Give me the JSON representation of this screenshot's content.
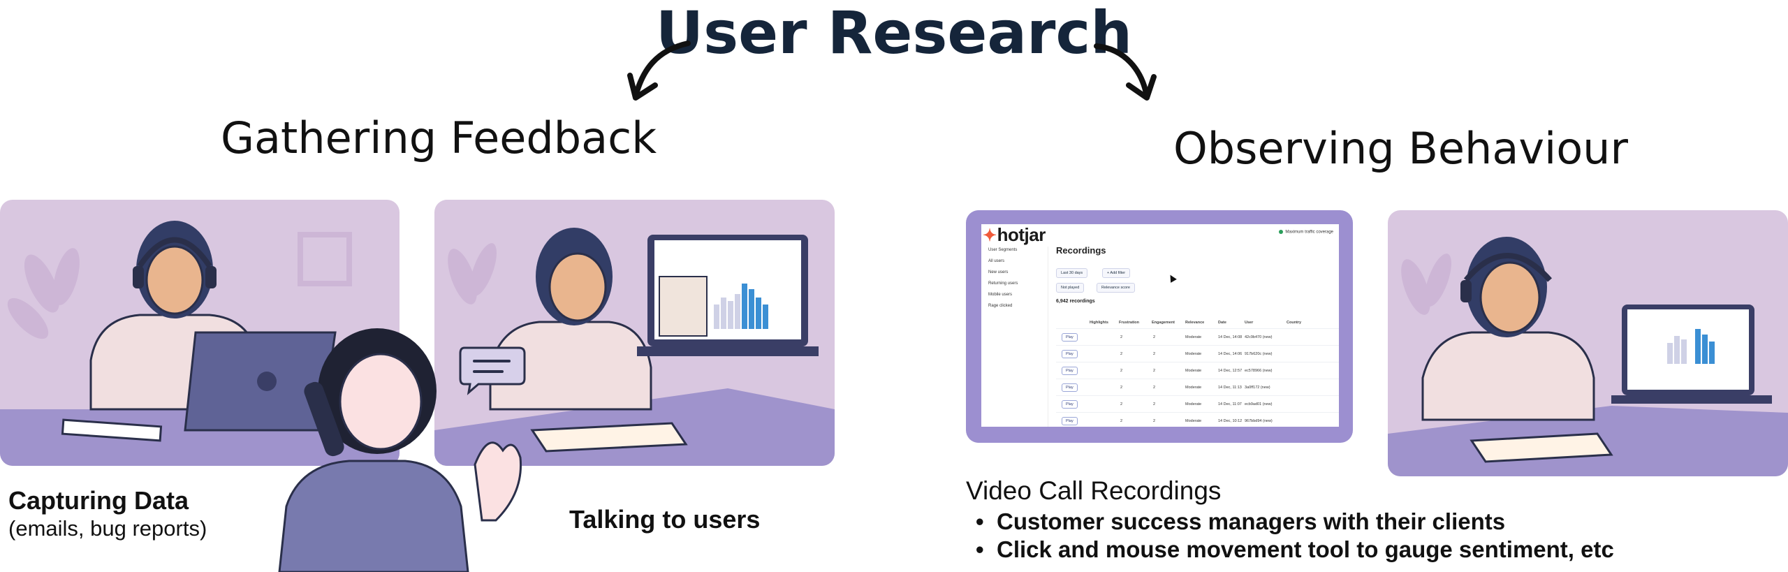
{
  "title": "User Research",
  "left": {
    "heading": "Gathering Feedback",
    "panels": [
      {
        "caption_title": "Capturing Data",
        "caption_sub": "(emails, bug reports)"
      },
      {
        "caption_title": "Talking to users"
      }
    ]
  },
  "right": {
    "heading": "Observing Behaviour",
    "caption_title": "Video Call Recordings",
    "bullets": [
      "Customer success managers with their clients",
      "Click and mouse movement tool to gauge sentiment, etc"
    ],
    "app": {
      "brand": "hotjar",
      "page_title": "Recordings",
      "top_status": "Maximum traffic coverage",
      "filters": [
        "Last 30 days",
        "+ Add filter"
      ],
      "sort": [
        "Not played",
        "Relevance score"
      ],
      "count": "6,942 recordings",
      "sidebar": [
        "User Segments",
        "All users",
        "New users",
        "Returning users",
        "Mobile users",
        "Rage clicked"
      ],
      "columns": [
        "Highlights",
        "Frustration",
        "Engagement",
        "Relevance",
        "Date",
        "User",
        "Country"
      ],
      "rows": [
        {
          "play": "Play",
          "frustration": "2",
          "engagement": "2",
          "relevance": "Moderate",
          "date": "14 Dec, 14:08",
          "user": "42c9b470 (new)"
        },
        {
          "play": "Play",
          "frustration": "2",
          "engagement": "2",
          "relevance": "Moderate",
          "date": "14 Dec, 14:06",
          "user": "917b620c (new)"
        },
        {
          "play": "Play",
          "frustration": "2",
          "engagement": "2",
          "relevance": "Moderate",
          "date": "14 Dec, 12:57",
          "user": "ec578966 (new)"
        },
        {
          "play": "Play",
          "frustration": "2",
          "engagement": "2",
          "relevance": "Moderate",
          "date": "14 Dec, 11:13",
          "user": "3a0ff172 (new)"
        },
        {
          "play": "Play",
          "frustration": "2",
          "engagement": "2",
          "relevance": "Moderate",
          "date": "14 Dec, 11:07",
          "user": "ecb9ad01 (new)"
        },
        {
          "play": "Play",
          "frustration": "2",
          "engagement": "2",
          "relevance": "Moderate",
          "date": "14 Dec, 10:12",
          "user": "967bbd94 (new)"
        }
      ]
    }
  },
  "colors": {
    "title": "#15253a",
    "panel_bg": "#d9c7e0",
    "desk": "#9f93cc",
    "hotjar_frame": "#9c8fd0",
    "hotjar_flame": "#f05a3a"
  }
}
